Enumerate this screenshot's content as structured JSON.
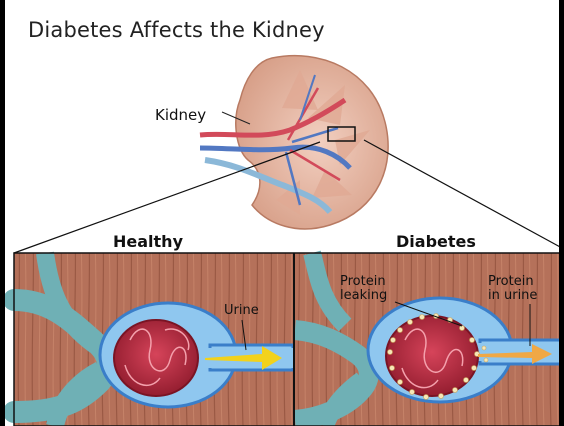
{
  "title": "Diabetes Affects the Kidney",
  "labels": {
    "kidney": "Kidney",
    "healthy": "Healthy",
    "diabetes": "Diabetes",
    "urine": "Urine",
    "protein_leaking": "Protein\nleaking",
    "protein_in_urine": "Protein\nin urine"
  },
  "colors": {
    "muscle": "#b5715a",
    "muscle_stripe": "#8f4f3a",
    "vessel": "#6fb0b5",
    "capsule": "#6ea8de",
    "glomerulus": "#b5243a",
    "urine_arrow": "#f2d21c",
    "protein_arrow": "#f0a845",
    "kidney_tissue": "#e7b9a4"
  }
}
